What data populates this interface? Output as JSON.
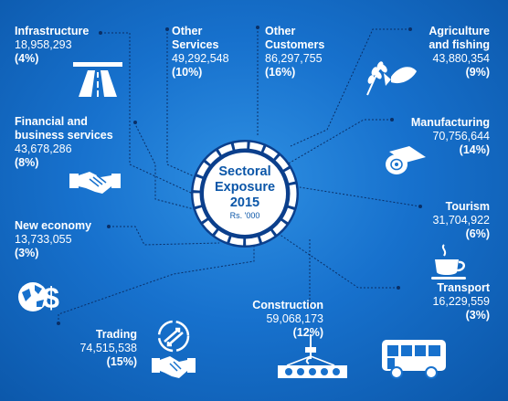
{
  "hub": {
    "title_lines": [
      "Sectoral",
      "Exposure",
      "2015"
    ],
    "unit": "Rs. '000"
  },
  "sectors": [
    {
      "id": "infrastructure",
      "name": [
        "Infrastructure"
      ],
      "value": "18,958,293",
      "percent": "(4%)",
      "icon": "highway-icon"
    },
    {
      "id": "other-services",
      "name": [
        "Other",
        "Services"
      ],
      "value": "49,292,548",
      "percent": "(10%)",
      "icon": ""
    },
    {
      "id": "other-customers",
      "name": [
        "Other",
        "Customers"
      ],
      "value": "86,297,755",
      "percent": "(16%)",
      "icon": ""
    },
    {
      "id": "agriculture",
      "name": [
        "Agriculture",
        "and fishing"
      ],
      "value": "43,880,354",
      "percent": "(9%)",
      "icon": "wheat-and-fish-icon"
    },
    {
      "id": "financial",
      "name": [
        "Financial and",
        "business services"
      ],
      "value": "43,678,286",
      "percent": "(8%)",
      "icon": "handshake-icon"
    },
    {
      "id": "manufacturing",
      "name": [
        "Manufacturing"
      ],
      "value": "70,756,644",
      "percent": "(14%)",
      "icon": "fabric-roll-icon"
    },
    {
      "id": "tourism",
      "name": [
        "Tourism"
      ],
      "value": "31,704,922",
      "percent": "(6%)",
      "icon": "coffee-cup-icon"
    },
    {
      "id": "new-economy",
      "name": [
        "New economy"
      ],
      "value": "13,733,055",
      "percent": "(3%)",
      "icon": "globe-dollar-icon"
    },
    {
      "id": "construction",
      "name": [
        "Construction"
      ],
      "value": "59,068,173",
      "percent": "(12%)",
      "icon": "crane-icon"
    },
    {
      "id": "transport",
      "name": [
        "Transport"
      ],
      "value": "16,229,559",
      "percent": "(3%)",
      "icon": "bus-icon"
    },
    {
      "id": "trading",
      "name": [
        "Trading"
      ],
      "value": "74,515,538",
      "percent": "(15%)",
      "icon": "trade-handshake-icon"
    }
  ],
  "colors": {
    "background": "#1771cd",
    "text": "#ffffff",
    "ring": "#0b3f8c",
    "hub_fill": "#ffffff",
    "hub_text": "#0b56a8"
  }
}
